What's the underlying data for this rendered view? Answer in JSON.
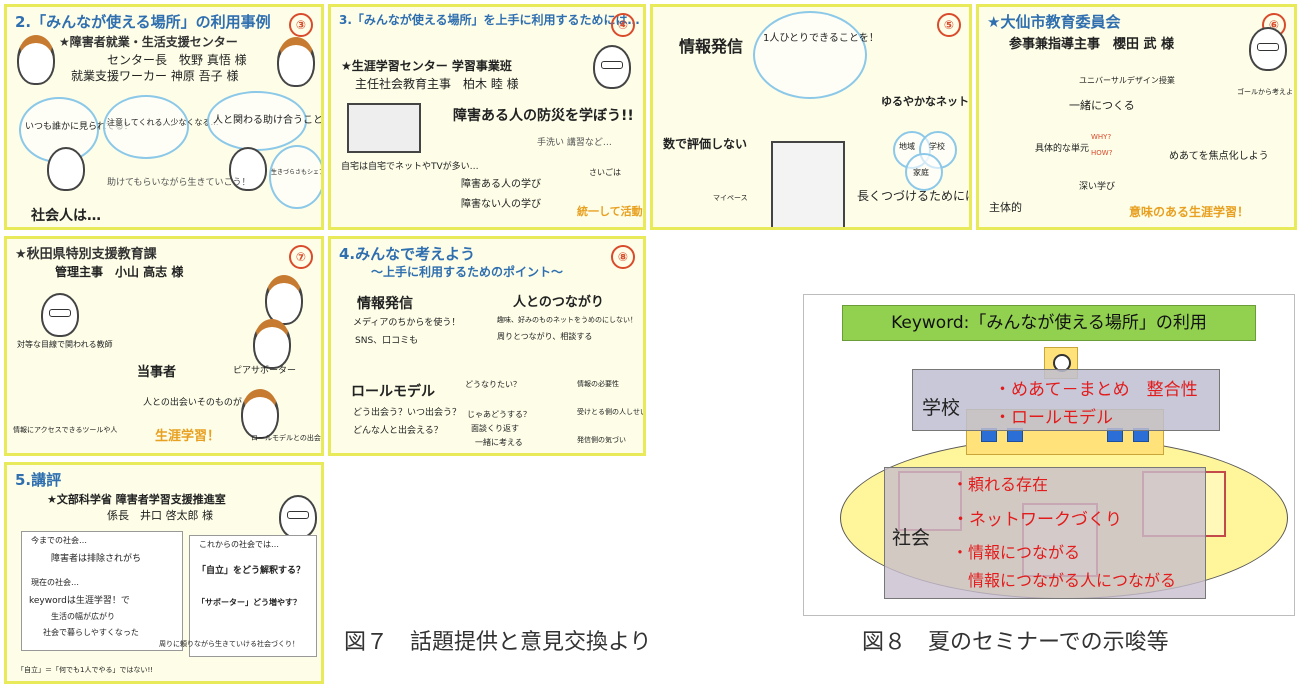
{
  "panels": [
    {
      "num": "③",
      "title": "2.「みんなが使える場所」の利用事例",
      "lines": [
        "★障害者就業・生活支援センター",
        "センター長　牧野 真悟 様",
        "就業支援ワーカー 神原 吾子 様",
        "いつも誰かに見られてる！",
        "注意してくれる人少なくなる…",
        "人と関わる助け合うこと",
        "生きづらさもシェアしよう！",
        "助けてもらいながら生きていこう！",
        "社会人は…"
      ]
    },
    {
      "num": "④",
      "title": "3.「みんなが使える場所」を上手に利用するためには…",
      "lines": [
        "★生涯学習センター 学習事業班",
        "主任社会教育主事　柏木 睦 様",
        "障害ある人の防災を学ぼう!!",
        "手洗い 講習など…",
        "自宅は自宅でネットやTVが多い…",
        "障害ある人の学び",
        "障害ない人の学び",
        "統一して活動！",
        "さいごは"
      ]
    },
    {
      "num": "⑤",
      "title": "",
      "lines": [
        "情報発信",
        "1人ひとりできることを！",
        "ゆるやかなネットワークづくり",
        "家庭",
        "学校",
        "地域",
        "数で評価しない",
        "マイペース",
        "長くつづけるためには…"
      ]
    },
    {
      "num": "⑥",
      "title": "★大仙市教育委員会",
      "lines": [
        "参事兼指導主事　櫻田 武 様",
        "ユニバーサルデザイン授業",
        "一緒につくる",
        "ゴールから考えよう",
        "具体的な単元",
        "WHY?",
        "HOW?",
        "めあてを焦点化しよう",
        "主体的",
        "深い学び",
        "意味のある生涯学習！"
      ]
    },
    {
      "num": "⑦",
      "title": "★秋田県特別支援教育課",
      "lines": [
        "管理主事　小山 高志 様",
        "当事者",
        "対等な目線で関われる教師",
        "ピアサポーター",
        "人との出会いそのものが",
        "生涯学習！",
        "情報にアクセスできるツールや人",
        "ロールモデルとの出会い"
      ]
    },
    {
      "num": "⑧",
      "title": "4.みんなで考えよう",
      "lines": [
        "～上手に利用するためのポイント～",
        "情報発信",
        "メディアのちからを使う！",
        "SNS、口コミも",
        "人とのつながり",
        "趣味、好みのものネットをうめのにしない！",
        "周りとつながり、相談する",
        "ロールモデル",
        "どう出会う？いつ出会う？",
        "どんな人と出会える？",
        "どうなりたい？",
        "じゃあどうする？",
        "面談くり返す",
        "一緒に考える",
        "情報の必要性",
        "受けとる側の人しせい",
        "発信側の気づい"
      ]
    },
    {
      "num": "",
      "title": "5.講評",
      "lines": [
        "★文部科学省 障害者学習支援推進室",
        "係長　井口 啓太郎 様",
        "今までの社会…",
        "障害者は排除されがち",
        "現在の社会…",
        "keywordは生涯学習！で",
        "生活の幅が広がり",
        "社会で暮らしやすくなった",
        "これからの社会では…",
        "「自立」をどう解釈する？",
        "「サポーター」どう増やす？",
        "周りに頼りながら生きていける社会づくり！",
        "「自立」＝「何でも1人でやる」ではない!!"
      ]
    }
  ],
  "captions": {
    "fig7": "図７　話題提供と意見交換より",
    "fig8": "図８　夏のセミナーでの示唆等"
  },
  "fig8": {
    "keyword": "Keyword:「みんなが使える場所」の利用",
    "school_label": "学校",
    "school_items": [
      "・めあて－まとめ　整合性",
      "・ロールモデル"
    ],
    "society_label": "社会",
    "society_items": [
      "・頼れる存在",
      "・ネットワークづくり",
      "・情報につながる",
      "　情報につながる人につながる"
    ],
    "colors": {
      "keyword_bg": "#92d050",
      "ellipse": "#fff59a",
      "text_red": "#e21c1c",
      "window_blue": "#2b6fd6"
    }
  }
}
